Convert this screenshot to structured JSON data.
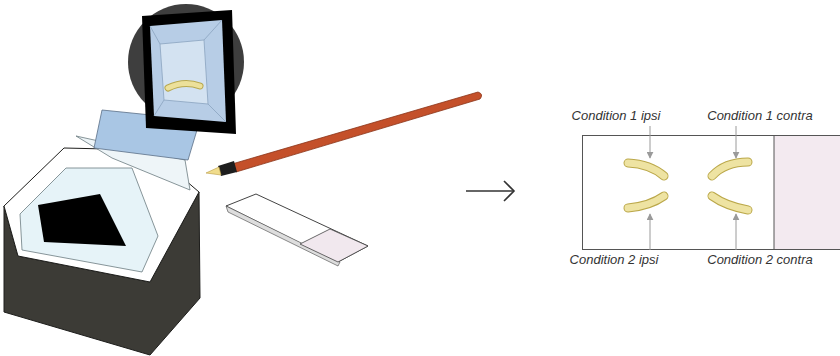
{
  "diagram": {
    "labels": [
      "Condition 1 ipsi",
      "Condition 1 contra",
      "Condition 2 ipsi",
      "Condition 2 contra"
    ]
  }
}
